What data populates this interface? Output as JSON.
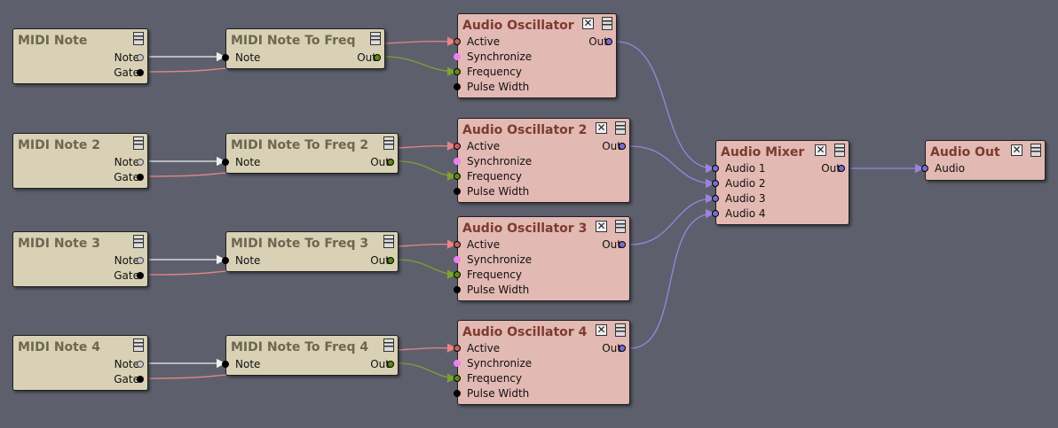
{
  "nodes": {
    "midi_note_1": {
      "title": "MIDI Note",
      "out_note": "Note",
      "out_gate": "Gate"
    },
    "midi_note_2": {
      "title": "MIDI Note 2",
      "out_note": "Note",
      "out_gate": "Gate"
    },
    "midi_note_3": {
      "title": "MIDI Note 3",
      "out_note": "Note",
      "out_gate": "Gate"
    },
    "midi_note_4": {
      "title": "MIDI Note 4",
      "out_note": "Note",
      "out_gate": "Gate"
    },
    "freq_1": {
      "title": "MIDI Note To Freq",
      "in_note": "Note",
      "out": "Out"
    },
    "freq_2": {
      "title": "MIDI Note To Freq 2",
      "in_note": "Note",
      "out": "Out"
    },
    "freq_3": {
      "title": "MIDI Note To Freq 3",
      "in_note": "Note",
      "out": "Out"
    },
    "freq_4": {
      "title": "MIDI Note To Freq 4",
      "in_note": "Note",
      "out": "Out"
    },
    "osc_1": {
      "title": "Audio Oscillator",
      "in_active": "Active",
      "in_sync": "Synchronize",
      "in_freq": "Frequency",
      "in_pw": "Pulse Width",
      "out": "Out"
    },
    "osc_2": {
      "title": "Audio Oscillator 2",
      "in_active": "Active",
      "in_sync": "Synchronize",
      "in_freq": "Frequency",
      "in_pw": "Pulse Width",
      "out": "Out"
    },
    "osc_3": {
      "title": "Audio Oscillator 3",
      "in_active": "Active",
      "in_sync": "Synchronize",
      "in_freq": "Frequency",
      "in_pw": "Pulse Width",
      "out": "Out"
    },
    "osc_4": {
      "title": "Audio Oscillator 4",
      "in_active": "Active",
      "in_sync": "Synchronize",
      "in_freq": "Frequency",
      "in_pw": "Pulse Width",
      "out": "Out"
    },
    "mixer": {
      "title": "Audio Mixer",
      "in_1": "Audio 1",
      "in_2": "Audio 2",
      "in_3": "Audio 3",
      "in_4": "Audio 4",
      "out": "Out"
    },
    "audio_out": {
      "title": "Audio Out",
      "in_audio": "Audio"
    }
  },
  "icons": {
    "close": "close-x-icon",
    "menu": "node-menu-icon"
  },
  "colors": {
    "background": "#5d606c",
    "midi_node": "#d8d1b6",
    "audio_node": "#e2b9b3",
    "midi_title": "#6d6651",
    "audio_title": "#7c3b2e",
    "wire_note": "#f0f0f0",
    "wire_gate": "#e88585",
    "wire_freq": "#7fa030",
    "wire_audio": "#9a84e0",
    "port_note": "#c8c8c8",
    "port_gate": "#000000",
    "port_freq": "#5d8a10",
    "port_active": "#c86060",
    "port_sync": "#f080f0",
    "port_pw": "#000000",
    "port_audio": "#7d6cd0"
  },
  "close_glyph": "✕"
}
